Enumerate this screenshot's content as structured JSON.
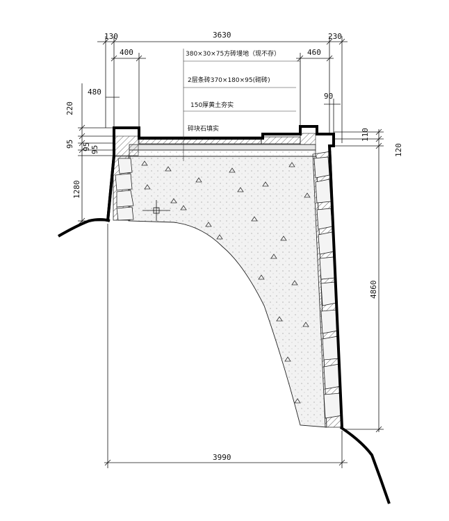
{
  "drawing": {
    "top_dims": [
      "130",
      "3630",
      "230"
    ],
    "sub_dims_left": [
      "400",
      "480"
    ],
    "sub_dims_right": [
      "460",
      "90"
    ],
    "left_vert": [
      "220",
      "95",
      "95",
      "95",
      "1280"
    ],
    "right_vert": [
      "110",
      "120",
      "4860"
    ],
    "bottom_dim": "3990",
    "notes": [
      "380×30×75方砖墁地（现不存）",
      "2层条砖370×180×95(砌砖)",
      "150厚黄土夯实",
      "碎块石填实"
    ]
  }
}
